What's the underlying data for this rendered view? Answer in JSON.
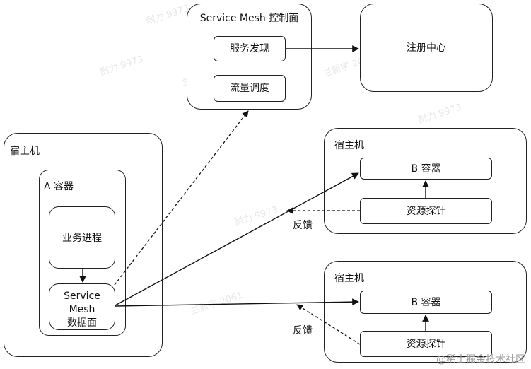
{
  "control_plane": {
    "title": "Service Mesh 控制面",
    "service_discovery": "服务发现",
    "traffic_scheduling": "流量调度"
  },
  "registry": {
    "label": "注册中心"
  },
  "host_left": {
    "title": "宿主机",
    "container": {
      "title": "A 容器",
      "business_process": "业务进程",
      "data_plane_lines": [
        "Service",
        "Mesh",
        "数据面"
      ]
    }
  },
  "host_top_right": {
    "title": "宿主机",
    "container_b": "B 容器",
    "probe": "资源探针",
    "feedback": "反馈"
  },
  "host_bottom_right": {
    "title": "宿主机",
    "container_b": "B 容器",
    "probe": "资源探针",
    "feedback": "反馈"
  },
  "watermarks": {
    "user": "兰新宇 2061",
    "power": "耐力 9973"
  },
  "footer": {
    "text": "@稀土掘金技术社区"
  }
}
